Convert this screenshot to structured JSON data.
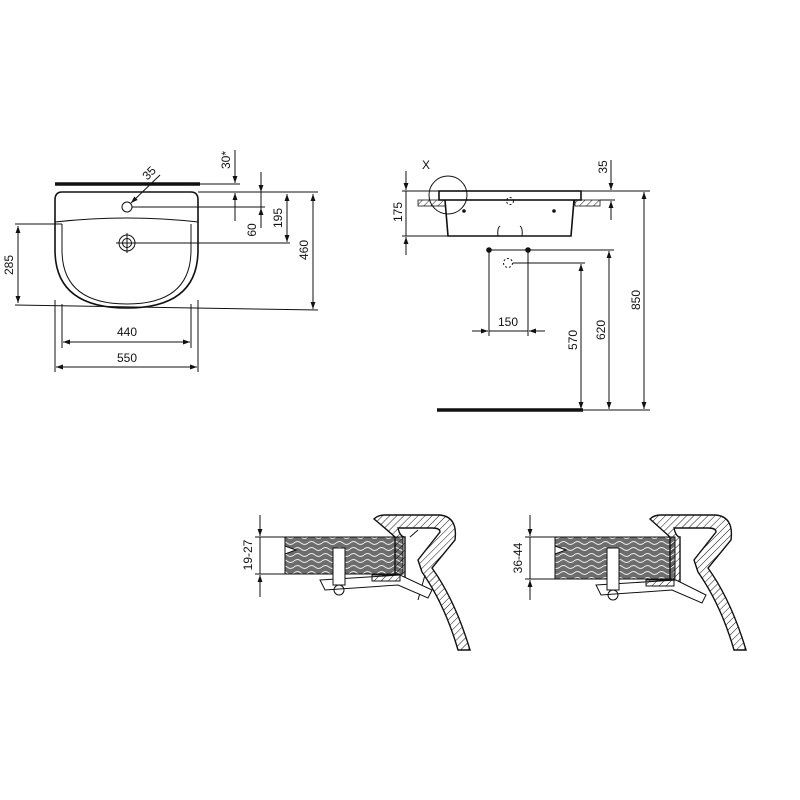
{
  "top_view": {
    "dims": {
      "tap_hole": "35",
      "angle_offset": "30*",
      "tap_to_waste": "60",
      "wall_to_waste": "195",
      "depth": "460",
      "bowl_depth": "285",
      "bowl_width": "440",
      "width": "550"
    }
  },
  "side_view": {
    "detail_label": "X",
    "dims": {
      "height": "175",
      "rim": "35",
      "bolt_spacing": "150",
      "waste_height": "570",
      "bolt_height": "620",
      "rim_height": "850"
    }
  },
  "details": [
    {
      "thickness": "19-27"
    },
    {
      "thickness": "36-44"
    }
  ]
}
